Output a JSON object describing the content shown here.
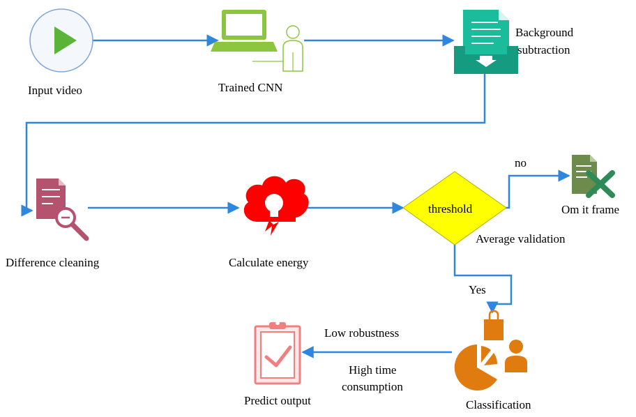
{
  "nodes": {
    "input_video": {
      "label": "Input video"
    },
    "trained_cnn": {
      "label": "Trained CNN"
    },
    "background_subtraction": {
      "label_line1": "Background",
      "label_line2": "subtraction"
    },
    "difference_cleaning": {
      "label": "Difference cleaning"
    },
    "calculate_energy": {
      "label": "Calculate energy"
    },
    "threshold": {
      "label": "threshold"
    },
    "omit_frame": {
      "label": "Om it frame"
    },
    "classification": {
      "label": "Classification"
    },
    "predict_output": {
      "label": "Predict output"
    }
  },
  "edge_labels": {
    "no": "no",
    "yes": "Yes",
    "average_validation": "Average validation",
    "low_robustness": "Low robustness",
    "high_time_line1": "High time",
    "high_time_line2": "consumption"
  },
  "colors": {
    "arrow": "#2e86de",
    "play_fill": "#5cb33a",
    "cnn": "#8cc63f",
    "background_doc": "#1abc9c",
    "difference_doc": "#b5536f",
    "energy": "#ff0000",
    "diamond": "#ffff00",
    "omit_doc": "#6e8b4e",
    "omit_x": "#2e8b57",
    "classification": "#e07b10",
    "predict": "#f08080"
  }
}
